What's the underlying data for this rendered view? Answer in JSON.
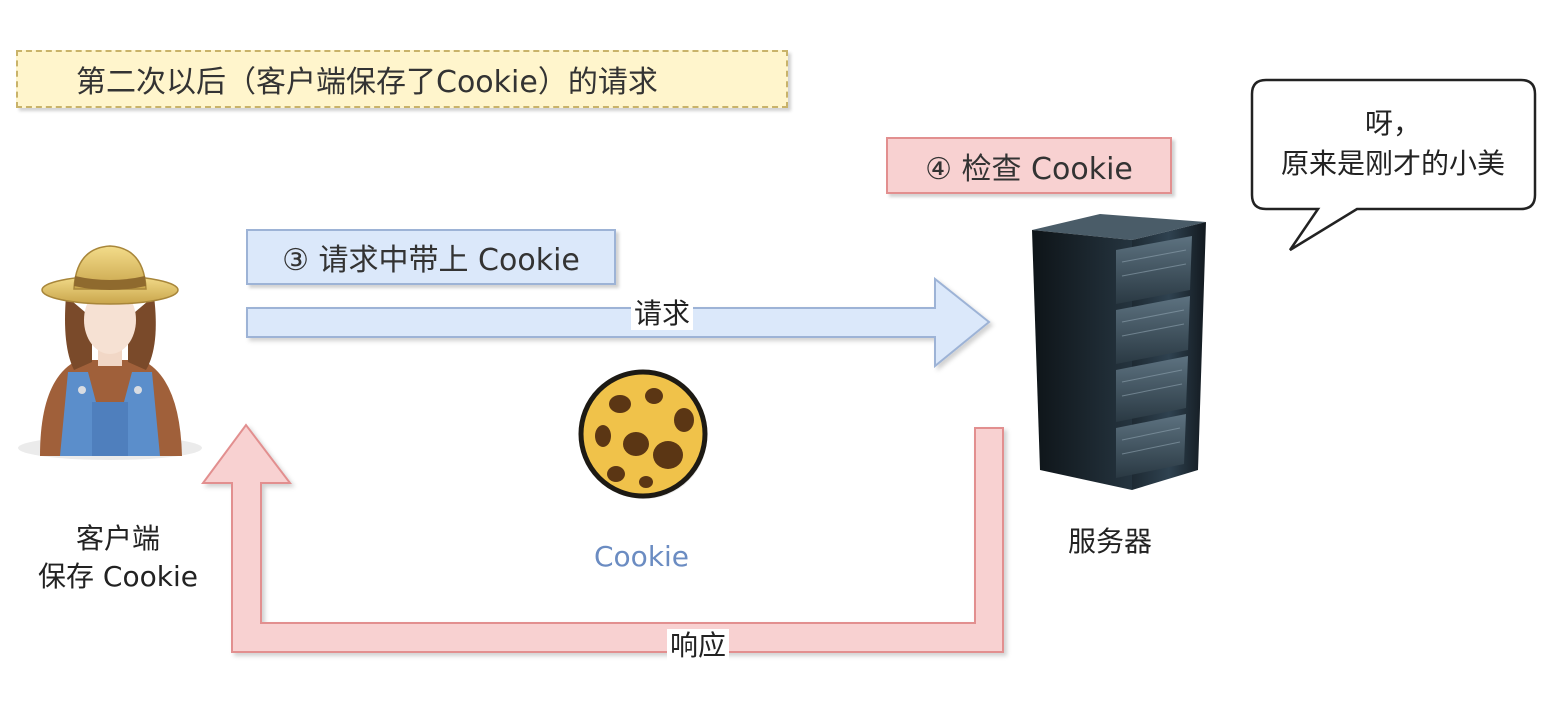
{
  "title": "第二次以后（客户端保存了Cookie）的请求",
  "step3": "③ 请求中带上 Cookie",
  "step4": "④ 检查 Cookie",
  "speech": {
    "line1": "呀，",
    "line2": "原来是刚才的小美"
  },
  "request_arrow_label": "请求",
  "response_arrow_label": "响应",
  "client": {
    "line1": "客户端",
    "line2": "保存 Cookie",
    "icon": "farmer-user-icon"
  },
  "server": {
    "label": "服务器",
    "icon": "server-rack-icon"
  },
  "cookie": {
    "label": "Cookie",
    "icon": "cookie-icon"
  },
  "colors": {
    "title_fill": "#fff5cc",
    "request_fill": "#dbe8fa",
    "response_fill": "#f8d1d1",
    "cookie_text": "#6b8cc2"
  }
}
